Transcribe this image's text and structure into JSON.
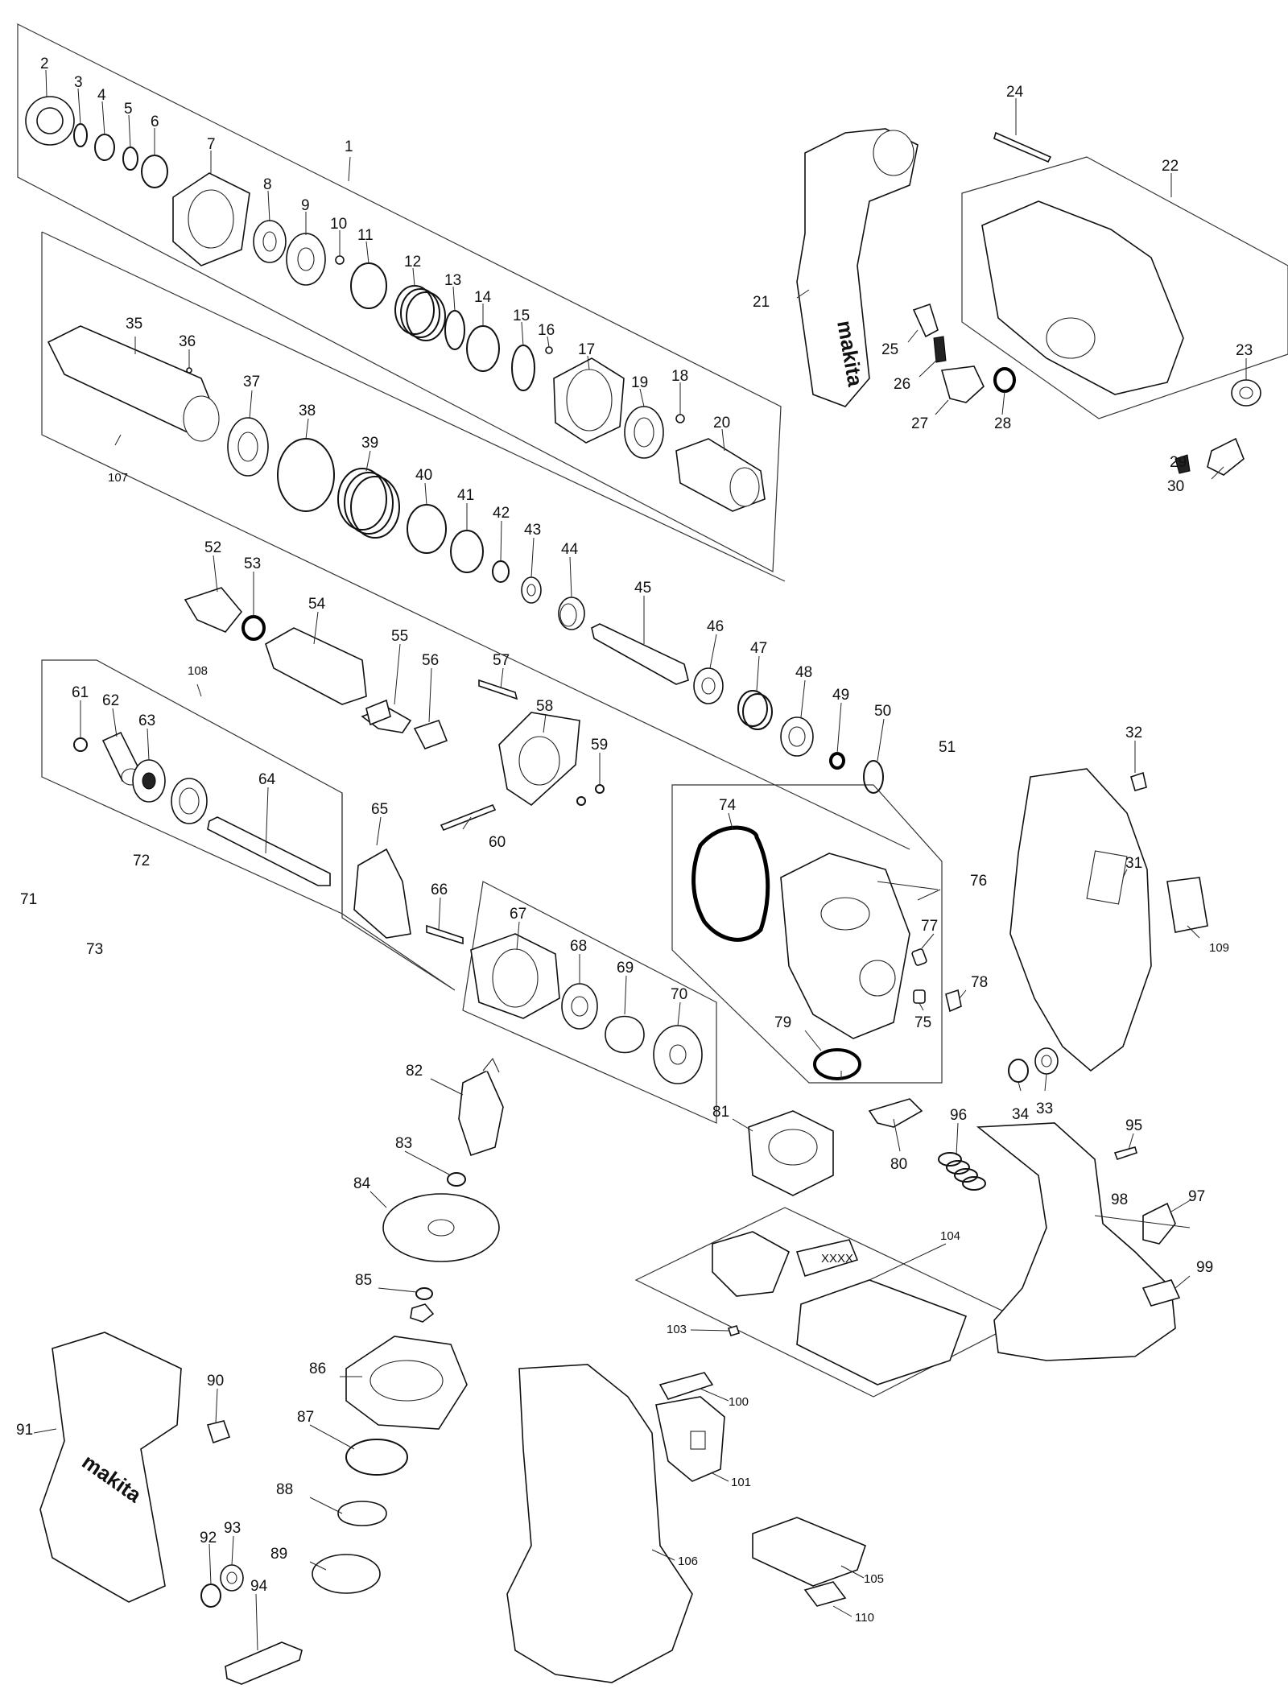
{
  "brand_labels": {
    "handle": "makita",
    "housing": "makita",
    "board": "XXXX"
  },
  "callouts": {
    "p1": "1",
    "p2": "2",
    "p3": "3",
    "p4": "4",
    "p5": "5",
    "p6": "6",
    "p7": "7",
    "p8": "8",
    "p9": "9",
    "p10": "10",
    "p11": "11",
    "p12": "12",
    "p13": "13",
    "p14": "14",
    "p15": "15",
    "p16": "16",
    "p17": "17",
    "p18": "18",
    "p19": "19",
    "p20": "20",
    "p21": "21",
    "p22": "22",
    "p23": "23",
    "p24": "24",
    "p25": "25",
    "p26": "26",
    "p27": "27",
    "p28": "28",
    "p29": "29",
    "p30": "30",
    "p31": "31",
    "p32": "32",
    "p33": "33",
    "p34": "34",
    "p35": "35",
    "p36": "36",
    "p37": "37",
    "p38": "38",
    "p39": "39",
    "p40": "40",
    "p41": "41",
    "p42": "42",
    "p43": "43",
    "p44": "44",
    "p45": "45",
    "p46": "46",
    "p47": "47",
    "p48": "48",
    "p49": "49",
    "p50": "50",
    "p51": "51",
    "p52": "52",
    "p53": "53",
    "p54": "54",
    "p55": "55",
    "p56": "56",
    "p57": "57",
    "p58": "58",
    "p59": "59",
    "p60": "60",
    "p61": "61",
    "p62": "62",
    "p63": "63",
    "p64": "64",
    "p65": "65",
    "p66": "66",
    "p67": "67",
    "p68": "68",
    "p69": "69",
    "p70": "70",
    "p71": "71",
    "p72": "72",
    "p73": "73",
    "p74": "74",
    "p75": "75",
    "p76": "76",
    "p77": "77",
    "p78": "78",
    "p79": "79",
    "p80": "80",
    "p81": "81",
    "p82": "82",
    "p83": "83",
    "p84": "84",
    "p85": "85",
    "p86": "86",
    "p87": "87",
    "p88": "88",
    "p89": "89",
    "p90": "90",
    "p91": "91",
    "p92": "92",
    "p93": "93",
    "p94": "94",
    "p95": "95",
    "p96": "96",
    "p97": "97",
    "p98": "98",
    "p99": "99",
    "p100": "100",
    "p101": "101",
    "p103": "103",
    "p104": "104",
    "p105": "105",
    "p106": "106",
    "p107": "107",
    "p108": "108",
    "p109": "109",
    "p110": "110"
  }
}
